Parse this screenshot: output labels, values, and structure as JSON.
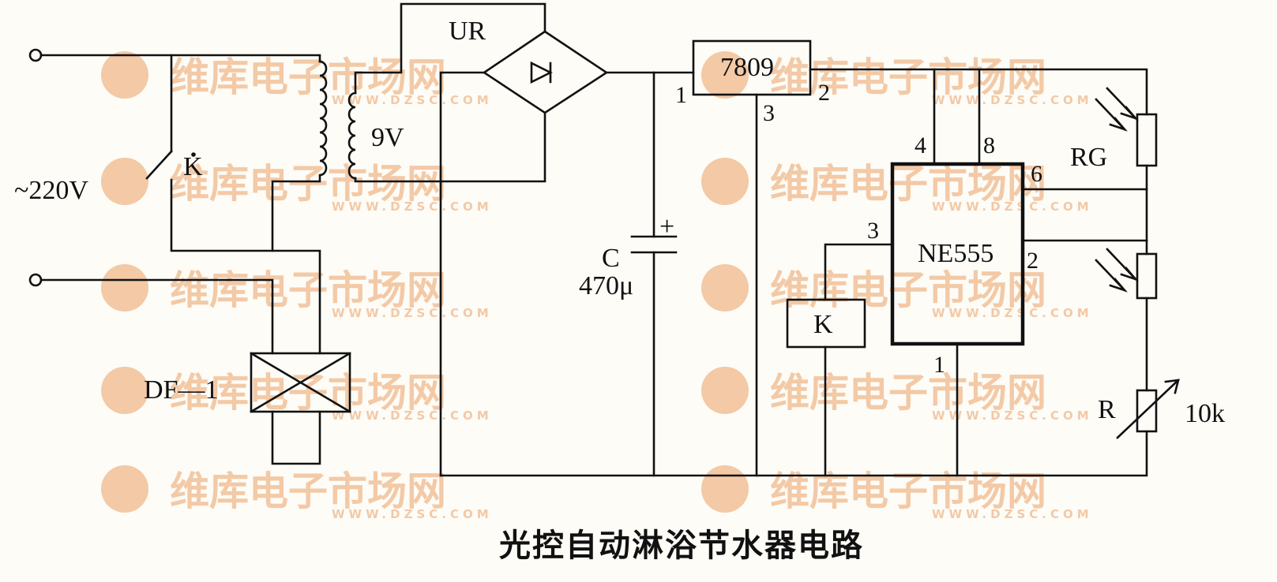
{
  "title": "光控自动淋浴节水器电路",
  "labels": {
    "mains": "~220V",
    "switch_k": "K",
    "transformer_secondary": "9V",
    "bridge": "UR",
    "regulator": "7809",
    "reg_pin1": "1",
    "reg_pin2": "2",
    "reg_pin3": "3",
    "capacitor": "C",
    "capacitor_value": "470μ",
    "capacitor_polarity": "+",
    "valve": "DF—1",
    "relay": "K",
    "timer_ic": "NE555",
    "ic_pin4": "4",
    "ic_pin8": "8",
    "ic_pin6": "6",
    "ic_pin2": "2",
    "ic_pin3": "3",
    "ic_pin1": "1",
    "photoresistor": "RG",
    "resistor": "R",
    "resistor_value": "10k"
  },
  "watermark": {
    "text_cn": "维库电子市场网",
    "text_en": "WWW.DZSC.COM",
    "color": "#f3c9a6"
  },
  "colors": {
    "line": "#111111",
    "background": "#fdfcf7"
  }
}
